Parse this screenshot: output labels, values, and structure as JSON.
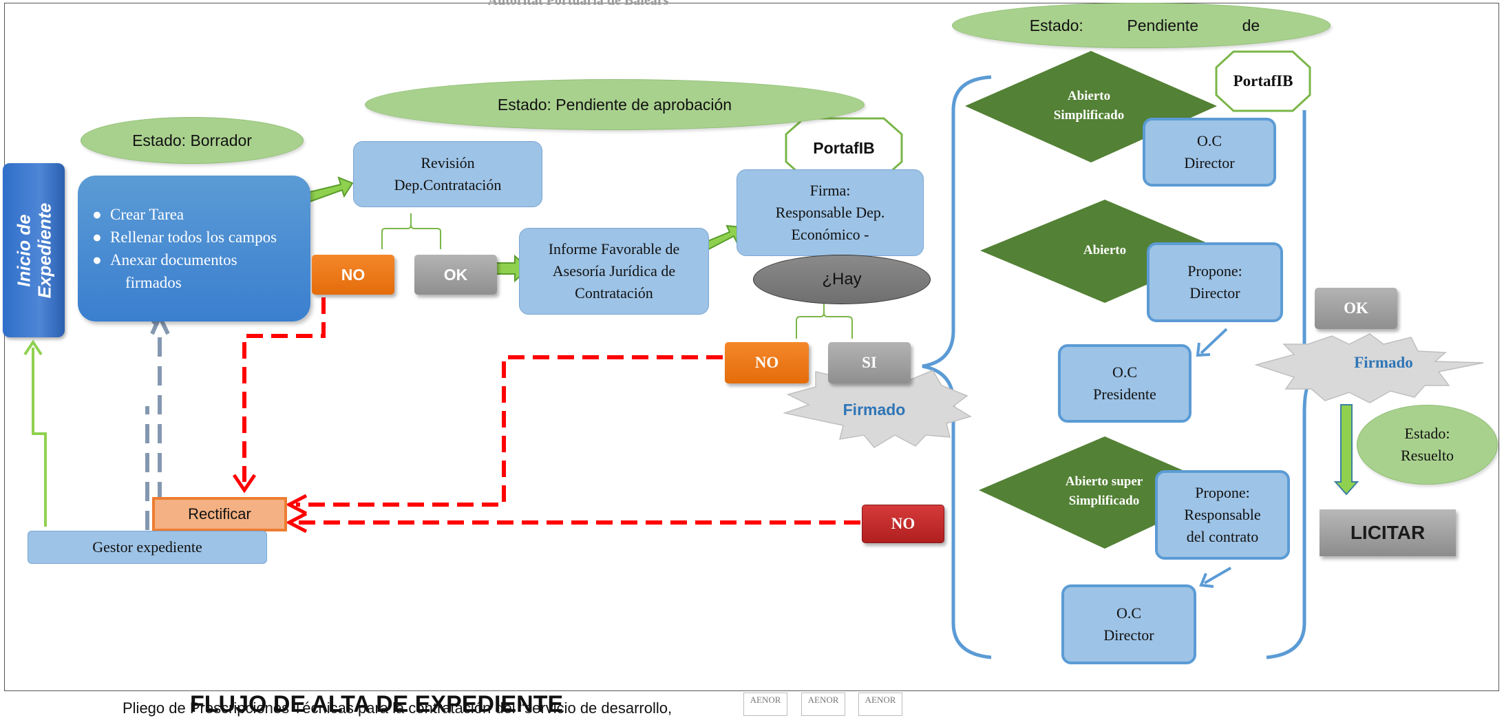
{
  "header": {
    "organization": "Autoritat Portuària de Balears"
  },
  "states": {
    "borrador": "Estado: Borrador",
    "pendiente_aprobacion": "Estado: Pendiente de aprobación",
    "pendiente_top": [
      "Estado:",
      "Pendiente",
      "de"
    ],
    "resuelto": [
      "Estado:",
      "Resuelto"
    ]
  },
  "inicio": {
    "line1": "Inicio de",
    "line2": "Expediente"
  },
  "tasks": [
    "Crear Tarea",
    "Rellenar todos los campos",
    "Anexar documentos",
    "firmados"
  ],
  "revision": [
    "Revisión",
    "Dep.Contratación"
  ],
  "informe": [
    "Informe Favorable de",
    "Asesoría Jurídica de",
    "Contratación"
  ],
  "firma": [
    "Firma:",
    "Responsable Dep.",
    "Económico -"
  ],
  "portafib": "PortafIB",
  "hay": "¿Hay",
  "buttons": {
    "no": "NO",
    "ok": "OK",
    "si": "SI"
  },
  "firmado": "Firmado",
  "procedures": {
    "simplificado": [
      "Abierto",
      "Simplificado"
    ],
    "abierto": "Abierto",
    "super": [
      "Abierto super",
      "Simplificado"
    ]
  },
  "boxes": {
    "oc_director_1": [
      "O.C",
      "Director"
    ],
    "propone_director": [
      "Propone:",
      "Director"
    ],
    "oc_presidente": [
      "O.C",
      "Presidente"
    ],
    "propone_responsable": [
      "Propone:",
      "Responsable",
      "del contrato"
    ],
    "oc_director_2": [
      "O.C",
      "Director"
    ]
  },
  "rectificar": "Rectificar",
  "gestor": "Gestor expediente",
  "licitar": "LICITAR",
  "footer": {
    "pliego": "Pliego de Prescripciones Técnicas para la contratación del “servicio de desarrollo,",
    "title": "FLUJO DE ALTA DE EXPEDIENTE",
    "cert": "AENOR"
  },
  "colors": {
    "green_oval": "#a9d18e",
    "blue_box": "#9dc3e6",
    "dark_green": "#538135",
    "arrow_green": "#8fd14f",
    "dash_red": "#ff0000",
    "orange": "#ed7d31",
    "gray": "#a6a6a6",
    "bracket_blue": "#5b9bd5"
  }
}
